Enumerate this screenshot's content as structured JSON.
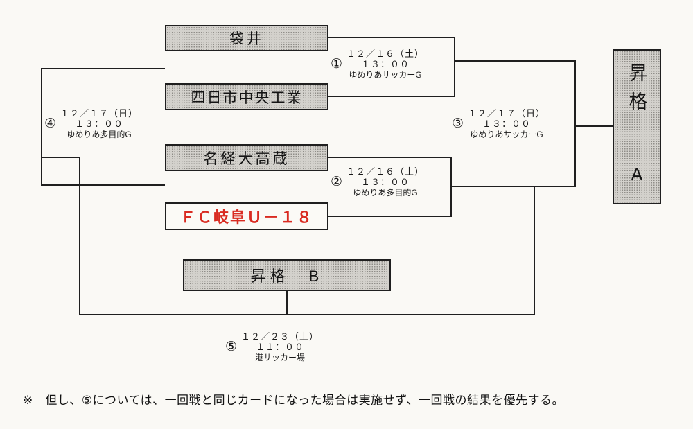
{
  "teams": {
    "fukuroi": "袋井",
    "yokkaichi": "四日市中央工業",
    "meikei": "名経大高蔵",
    "fcgifu": "ＦＣ岐阜Ｕ－１８"
  },
  "promotion": {
    "a_label": "昇格",
    "a_grade": "A",
    "b_label": "昇格　B"
  },
  "matches": [
    {
      "num": "①",
      "date": "１２／１６（土）",
      "time": "１３：００",
      "venue": "ゆめりあサッカーG"
    },
    {
      "num": "②",
      "date": "１２／１６（土）",
      "time": "１３：００",
      "venue": "ゆめりあ多目的G"
    },
    {
      "num": "③",
      "date": "１２／１７（日）",
      "time": "１３：００",
      "venue": "ゆめりあサッカーG"
    },
    {
      "num": "④",
      "date": "１２／１７（日）",
      "time": "１３：００",
      "venue": "ゆめりあ多目的G"
    },
    {
      "num": "⑤",
      "date": "１２／２３（土）",
      "time": "１１：００",
      "venue": "港サッカー場"
    }
  ],
  "note": "※　但し、⑤については、一回戦と同じカードになった場合は実施せず、一回戦の結果を優先する。",
  "colors": {
    "highlight_team": "#d92b21",
    "line": "#1f1f1f",
    "box_fill": "#d3d1cc"
  }
}
